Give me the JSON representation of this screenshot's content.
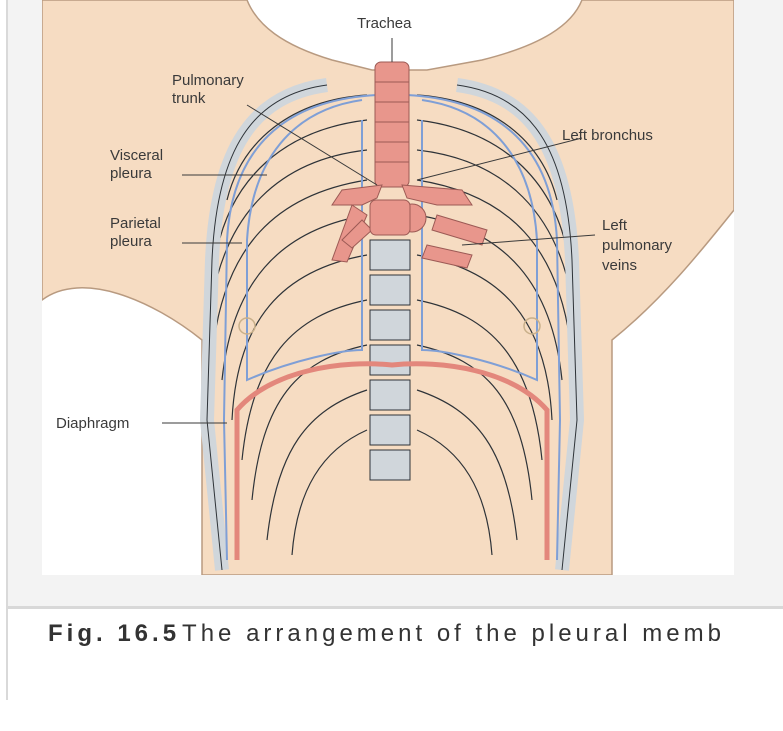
{
  "figure": {
    "labels": {
      "trachea": "Trachea",
      "pulmonary_trunk_1": "Pulmonary",
      "pulmonary_trunk_2": "trunk",
      "left_bronchus": "Left bronchus",
      "visceral_pleura_1": "Visceral",
      "visceral_pleura_2": "pleura",
      "parietal_pleura_1": "Parietal",
      "parietal_pleura_2": "pleura",
      "left_pulmonary_veins_1": "Left",
      "left_pulmonary_veins_2": "pulmonary",
      "left_pulmonary_veins_3": "veins",
      "diaphragm": "Diaphragm"
    },
    "colors": {
      "skin": "#f6dcc2",
      "skin_outline": "#b89a80",
      "bone": "#d0d6db",
      "bone_outline": "#2e3338",
      "pleura": "#7f9fd6",
      "vessels": "#e8968c",
      "diaphragm": "#e3877c"
    }
  },
  "caption": {
    "number": "Fig. 16.5",
    "text": "The arrangement of the pleural memb"
  }
}
